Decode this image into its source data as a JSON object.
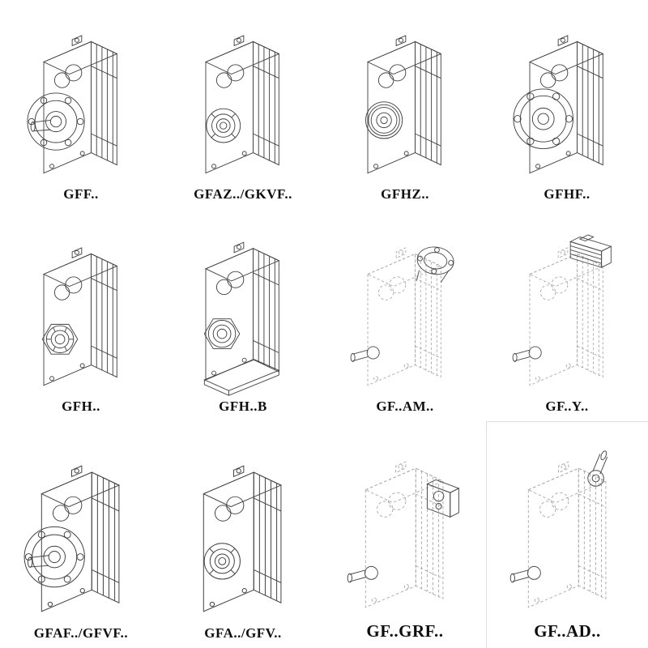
{
  "colors": {
    "background": "#ffffff",
    "solid_line": "#3f3f3f",
    "dashed_line": "#a5a5a5",
    "label_text": "#0e0e0e"
  },
  "items": [
    {
      "label": "GFF..",
      "drawing": "gear-unit-output-flange-with-solid-shaft"
    },
    {
      "label": "GFAZ../GKVF..",
      "drawing": "gear-unit-hollow-shaft"
    },
    {
      "label": "GFHZ..",
      "drawing": "gear-unit-hollow-shaft-shrink-disc"
    },
    {
      "label": "GFHF..",
      "drawing": "gear-unit-flange-face-hollow-shaft"
    },
    {
      "label": "GFH..",
      "drawing": "gear-unit-shaft-mounted-hex-hub"
    },
    {
      "label": "GFH..B",
      "drawing": "gear-unit-shaft-mounted-with-base"
    },
    {
      "label": "GF..AM..",
      "drawing": "gear-unit-with-motor-adapter-flange"
    },
    {
      "label": "GF..Y..",
      "drawing": "gear-unit-with-mounted-motor"
    },
    {
      "label": "GFAF../GFVF..",
      "drawing": "gear-unit-output-flange-with-solid-shaft"
    },
    {
      "label": "GFA../GFV..",
      "drawing": "gear-unit-hollow-shaft"
    },
    {
      "label": "GF..GRF..",
      "drawing": "gear-unit-with-primary-gear-stage"
    },
    {
      "label": "GF..AD..",
      "drawing": "gear-unit-with-input-shaft-adapter"
    }
  ]
}
